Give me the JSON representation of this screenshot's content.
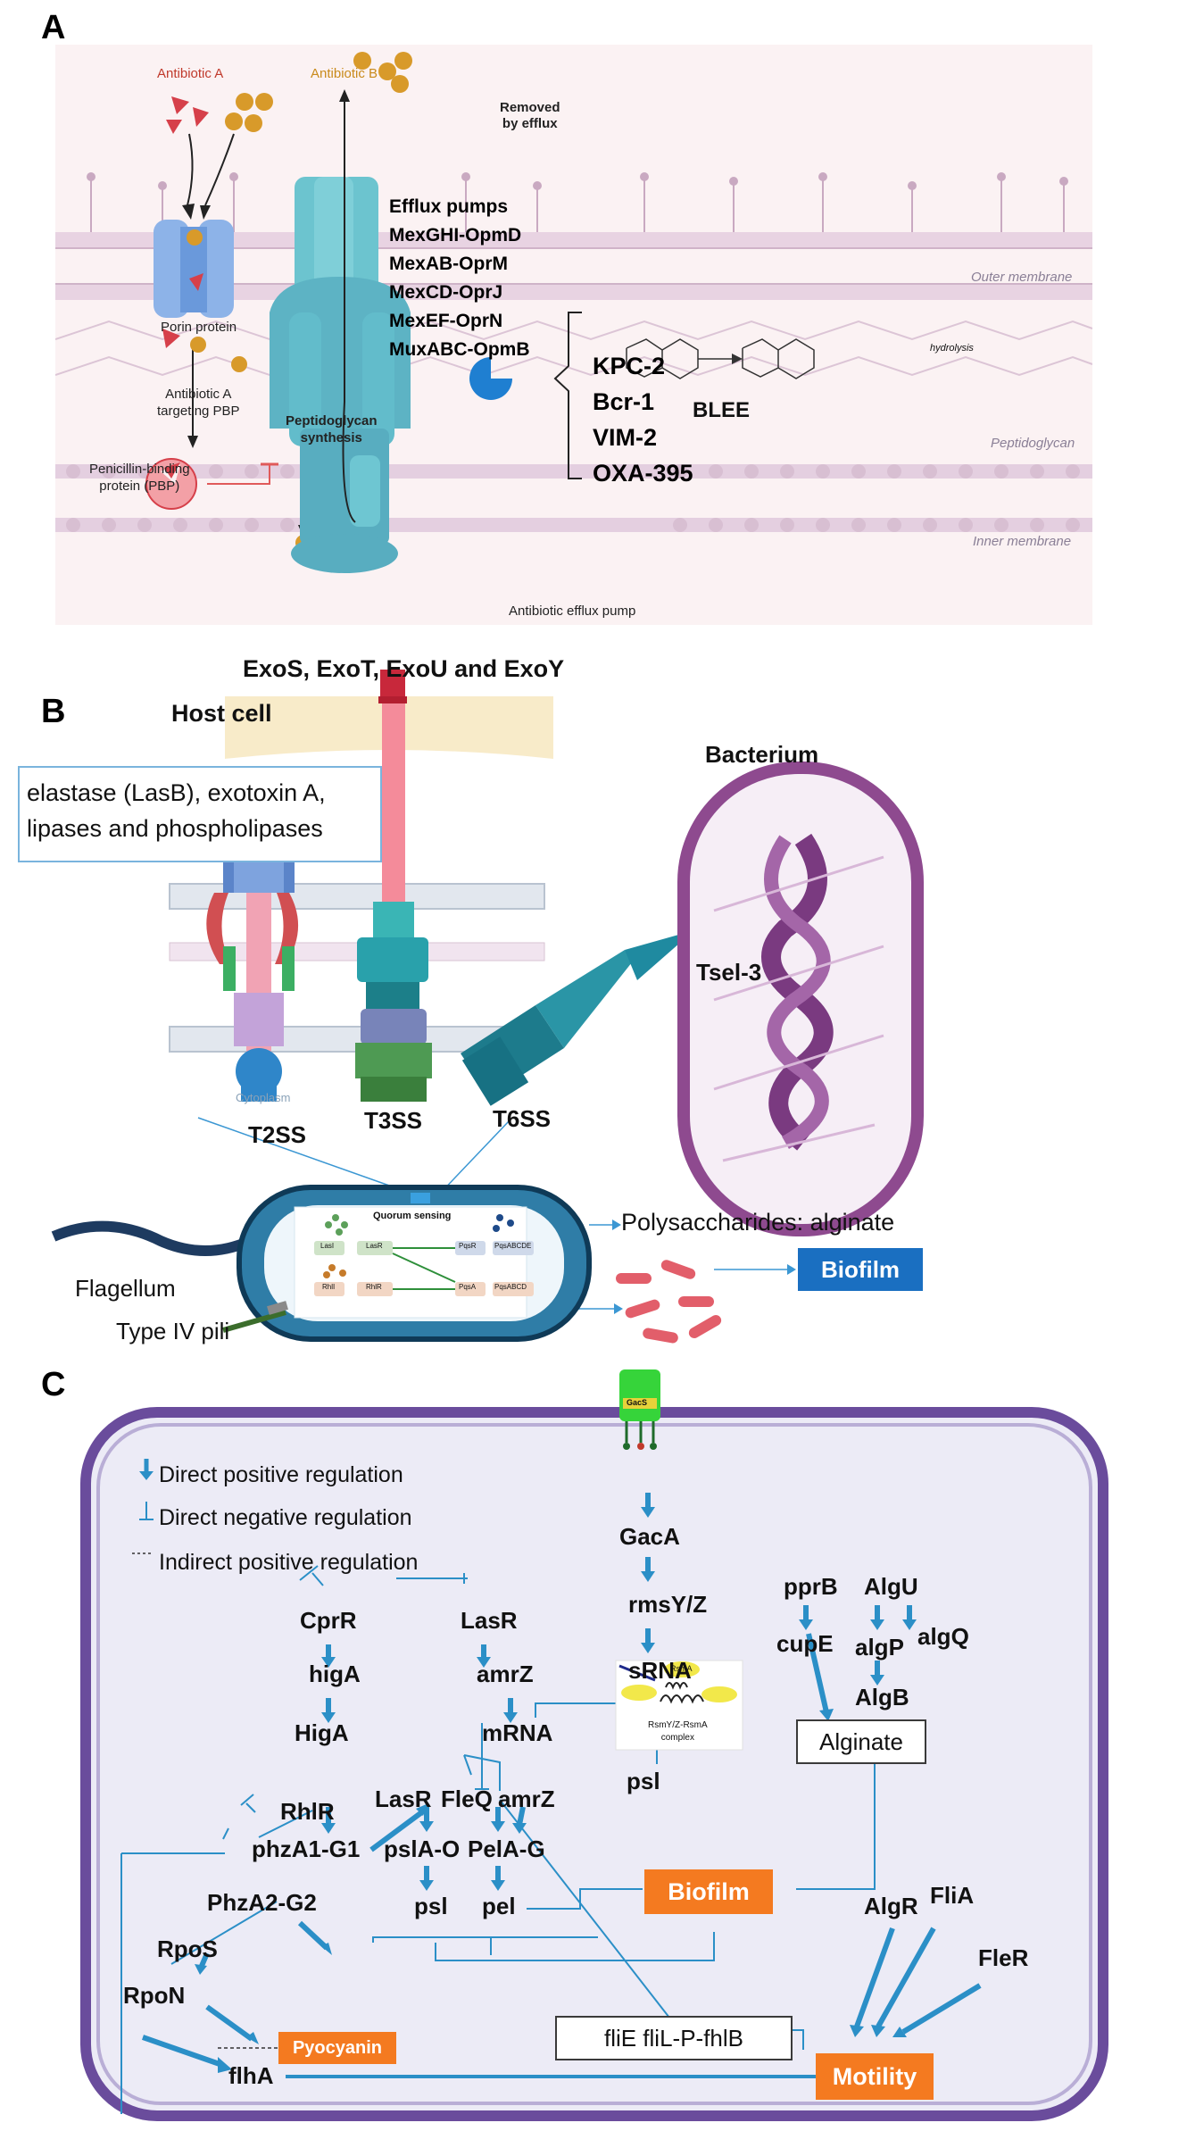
{
  "panels": {
    "a": {
      "letter": "A",
      "antibiotic_a": "Antibiotic A",
      "antibiotic_b": "Antibiotic B",
      "removed_by_efflux": "Removed\nby efflux",
      "efflux_pumps": [
        "Efflux pumps",
        "MexGHI-OpmD",
        "MexAB-OprM",
        "MexCD-OprJ",
        "MexEF-OprN",
        "MuxABC-OpmB"
      ],
      "porin_protein": "Porin protein",
      "antibiotic_a_targeting_pbp": "Antibiotic A\ntargeting PBP",
      "peptidoglycan_synthesis": "Peptidoglycan\nsynthesis",
      "pbp": "Penicillin-binding\nprotein (PBP)",
      "outer_membrane": "Outer membrane",
      "peptidoglycan": "Peptidoglycan",
      "inner_membrane": "Inner membrane",
      "blee": "BLEE",
      "enzymes": [
        "KPC-2",
        "Bcr-1",
        "VIM-2",
        "OXA-395"
      ],
      "hydrolysis": "hydrolysis",
      "pump_label": "Antibiotic efflux pump"
    },
    "b": {
      "letter": "B",
      "exo": "ExoS, ExoT, ExoU and ExoY",
      "host_cell": "Host cell",
      "secreted": "elastase (LasB), exotoxin A,\nlipases and phospholipases",
      "bacterium": "Bacterium",
      "tsel": "Tsel-3",
      "t2ss": "T2SS",
      "t3ss": "T3SS",
      "t6ss": "T6SS",
      "cytoplasm": "Cytoplasm",
      "quorum_sensing": "Quorum sensing",
      "qs_nodes": [
        "LasI",
        "LasR",
        "RhlI",
        "RhlR",
        "PqsR",
        "PqsABCDE",
        "PqsA",
        "PqsABCD"
      ],
      "polysaccharides": "Polysaccharides: alginate",
      "flagellum": "Flagellum",
      "type_iv_pili": "Type IV pili",
      "biofilm": "Biofilm"
    },
    "c": {
      "letter": "C",
      "legend": [
        "Direct positive regulation",
        "Direct negative regulation",
        "Indirect positive regulation"
      ],
      "gacs": "GacS",
      "genes": {
        "gacA": "GacA",
        "rmsyz": "rmsY/Z",
        "srna": "sRNA",
        "rsma": "RsmA",
        "complex": "RsmY/Z-RsmA\ncomplex",
        "psl_top": "psl",
        "pprB": "pprB",
        "algU": "AlgU",
        "cupE": "cupE",
        "algP": "algP",
        "algQ": "algQ",
        "algB": "AlgB",
        "cprR": "CprR",
        "lasR_top": "LasR",
        "higA_small": "higA",
        "amrZ_top": "amrZ",
        "higA": "HigA",
        "mrna": "mRNA",
        "rhlR": "RhlR",
        "lasR": "LasR",
        "fleQ": "FleQ",
        "amrZ": "amrZ",
        "phzA1": "phzA1-G1",
        "pslAO": "pslA-O",
        "pelAG": "PelA-G",
        "phzA2": "PhzA2-G2",
        "psl": "psl",
        "pel": "pel",
        "rpoS": "RpoS",
        "rpoN": "RpoN",
        "flhA": "flhA",
        "algR": "AlgR",
        "fliA": "FliA",
        "fleR": "FleR",
        "fliE": "fliE  fliL-P-fhlB"
      },
      "alginate": "Alginate",
      "biofilm": "Biofilm",
      "pyocyanin": "Pyocyanin",
      "motility": "Motility"
    }
  }
}
